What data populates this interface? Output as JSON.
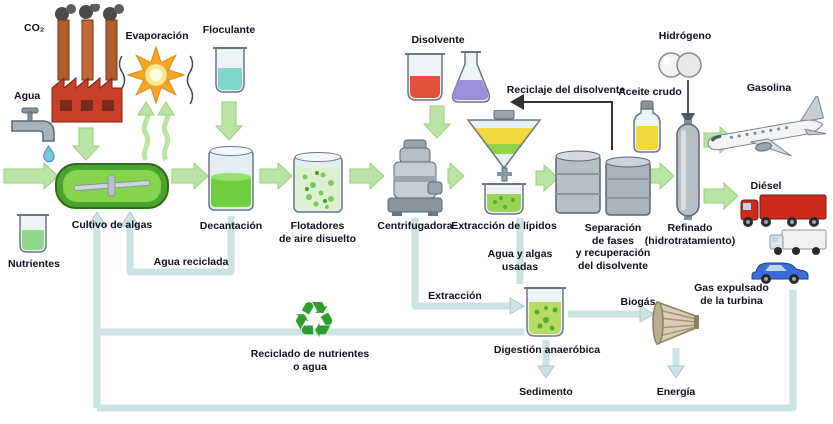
{
  "labels": {
    "co2": "CO₂",
    "agua": "Agua",
    "evaporacion": "Evaporación",
    "floculante": "Floculante",
    "cultivo_algas": "Cultivo de algas",
    "nutrientes": "Nutrientes",
    "decantacion": "Decantación",
    "flotadores": "Flotadores\nde aire disuelto",
    "centrifugadora": "Centrifugadora",
    "disolvente": "Disolvente",
    "extraccion_lipidos": "Extracción de lípidos",
    "reciclaje_disolvente": "Reciclaje del disolvente",
    "separacion_fases": "Separación\nde fases\ny recuperación\ndel disolvente",
    "aceite_crudo": "Aceite crudo",
    "hidrogeno": "Hidrógeno",
    "refinado": "Refinado\n(hidrotratamiento)",
    "gasolina": "Gasolina",
    "diesel": "Diésel",
    "agua_reciclada": "Agua reciclada",
    "extraccion": "Extracción",
    "agua_algas_usadas": "Agua y algas\nusadas",
    "digestion_anaerobica": "Digestión anaeróbica",
    "biogas": "Biogás",
    "gas_turbina": "Gas expulsado\nde la turbina",
    "reciclado_nutrientes": "Reciclado de nutrientes\no agua",
    "sedimento": "Sedimento",
    "energia": "Energía"
  },
  "icons": {
    "recycle_symbol": "♻"
  },
  "colors": {
    "process_arrow_green": "#b9e4a4",
    "recycle_pipe_blue": "#cfe2e2",
    "algae_green": "#7ed13f",
    "recycle_symbol_green": "#2f9e2f"
  }
}
